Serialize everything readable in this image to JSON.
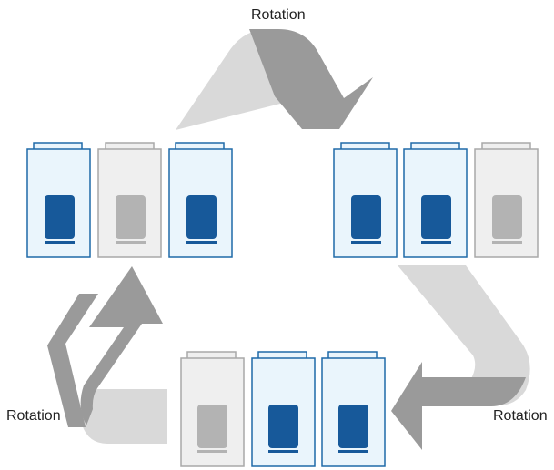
{
  "diagram": {
    "labels": {
      "top": "Rotation",
      "left": "Rotation",
      "right": "Rotation"
    },
    "unit_groups": [
      {
        "id": "left-group",
        "units": [
          {
            "state": "active"
          },
          {
            "state": "inactive"
          },
          {
            "state": "active"
          }
        ]
      },
      {
        "id": "right-group",
        "units": [
          {
            "state": "active"
          },
          {
            "state": "active"
          },
          {
            "state": "inactive"
          }
        ]
      },
      {
        "id": "bottom-group",
        "units": [
          {
            "state": "inactive"
          },
          {
            "state": "active"
          },
          {
            "state": "active"
          }
        ]
      }
    ],
    "colors": {
      "active_outline": "#1f6aa8",
      "active_fill": "#eaf5fc",
      "active_core": "#17599a",
      "inactive_outline": "#a9a9a9",
      "inactive_fill": "#efefef",
      "inactive_core": "#b3b3b3",
      "arrow_light": "#d9d9d9",
      "arrow_dark": "#9a9a9a"
    },
    "icons": [
      "rotation-arrow-icon"
    ]
  }
}
